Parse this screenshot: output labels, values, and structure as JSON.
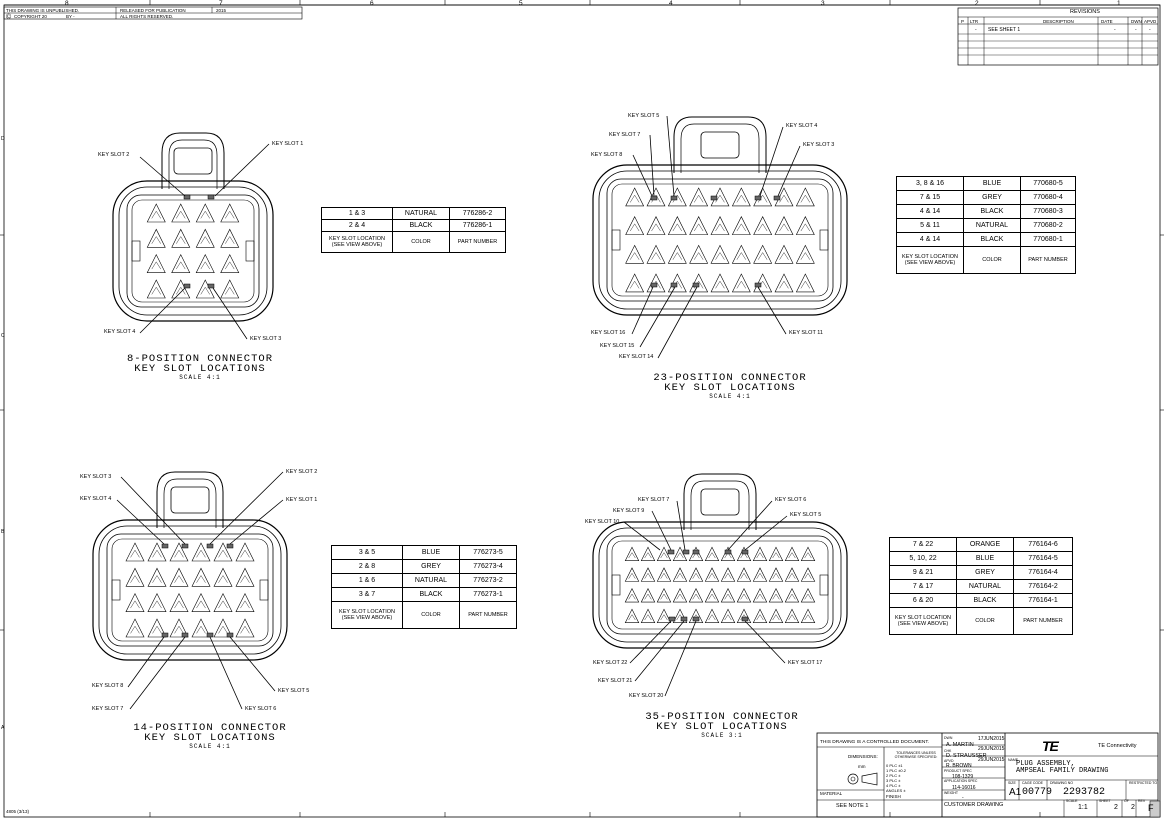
{
  "border": {
    "zones_top": [
      "8",
      "7",
      "6",
      "5",
      "4",
      "3",
      "2",
      "1"
    ],
    "zones_side": [
      "D",
      "C",
      "B",
      "A"
    ],
    "top_notes": [
      "THIS DRAWING IS UNPUBLISHED.",
      "RELEASED FOR PUBLICATION",
      "2015",
      "COPYRIGHT 20",
      "BY -",
      "ALL RIGHTS RESERVED."
    ],
    "bottom_left_code": "4805 (3/13)"
  },
  "revisions": {
    "title": "REVISIONS",
    "headers": [
      "P",
      "LTR",
      "DESCRIPTION",
      "DATE",
      "DWN",
      "APVD"
    ],
    "rows": [
      [
        "",
        "-",
        "SEE SHEET 1",
        "-",
        "-",
        "-"
      ]
    ]
  },
  "connectors": [
    {
      "title1": "8-POSITION CONNECTOR",
      "title2": "KEY SLOT LOCATIONS",
      "scale": "SCALE   4:1",
      "labels": [
        "KEY SLOT 2",
        "KEY SLOT 1",
        "KEY SLOT 4",
        "KEY SLOT 3"
      ],
      "table": {
        "rows": [
          [
            "1 & 3",
            "NATURAL",
            "776286-2"
          ],
          [
            "2 & 4",
            "BLACK",
            "776286-1"
          ]
        ],
        "header": [
          "KEY SLOT LOCATION (SEE VIEW ABOVE)",
          "COLOR",
          "PART NUMBER"
        ]
      }
    },
    {
      "title1": "23-POSITION CONNECTOR",
      "title2": "KEY SLOT LOCATIONS",
      "scale": "SCALE   4:1",
      "labels": [
        "KEY SLOT 5",
        "KEY SLOT 7",
        "KEY SLOT 8",
        "KEY SLOT 4",
        "KEY SLOT 3",
        "KEY SLOT 16",
        "KEY SLOT 15",
        "KEY SLOT 14",
        "KEY SLOT 11"
      ],
      "table": {
        "rows": [
          [
            "3, 8 & 16",
            "BLUE",
            "770680-5"
          ],
          [
            "7 & 15",
            "GREY",
            "770680-4"
          ],
          [
            "4 & 14",
            "BLACK",
            "770680-3"
          ],
          [
            "5 & 11",
            "NATURAL",
            "770680-2"
          ],
          [
            "4 & 14",
            "BLACK",
            "770680-1"
          ]
        ],
        "header": [
          "KEY SLOT LOCATION (SEE VIEW ABOVE)",
          "COLOR",
          "PART NUMBER"
        ]
      }
    },
    {
      "title1": "14-POSITION CONNECTOR",
      "title2": "KEY SLOT LOCATIONS",
      "scale": "SCALE   4:1",
      "labels": [
        "KEY SLOT 3",
        "KEY SLOT 4",
        "KEY SLOT 2",
        "KEY SLOT 1",
        "KEY SLOT 8",
        "KEY SLOT 7",
        "KEY SLOT 6",
        "KEY SLOT 5"
      ],
      "table": {
        "rows": [
          [
            "3 & 5",
            "BLUE",
            "776273-5"
          ],
          [
            "2 & 8",
            "GREY",
            "776273-4"
          ],
          [
            "1 & 6",
            "NATURAL",
            "776273-2"
          ],
          [
            "3 & 7",
            "BLACK",
            "776273-1"
          ]
        ],
        "header": [
          "KEY SLOT LOCATION (SEE VIEW ABOVE)",
          "COLOR",
          "PART NUMBER"
        ]
      }
    },
    {
      "title1": "35-POSITION CONNECTOR",
      "title2": "KEY SLOT LOCATIONS",
      "scale": "SCALE   3:1",
      "labels": [
        "KEY SLOT 7",
        "KEY SLOT 9",
        "KEY SLOT 10",
        "KEY SLOT 6",
        "KEY SLOT 5",
        "KEY SLOT 22",
        "KEY SLOT 21",
        "KEY SLOT 20",
        "KEY SLOT 17"
      ],
      "table": {
        "rows": [
          [
            "7 & 22",
            "ORANGE",
            "776164-6"
          ],
          [
            "5, 10, 22",
            "BLUE",
            "776164-5"
          ],
          [
            "9 & 21",
            "GREY",
            "776164-4"
          ],
          [
            "7 & 17",
            "NATURAL",
            "776164-2"
          ],
          [
            "6 & 20",
            "BLACK",
            "776164-1"
          ]
        ],
        "header": [
          "KEY SLOT LOCATION (SEE VIEW ABOVE)",
          "COLOR",
          "PART NUMBER"
        ]
      }
    }
  ],
  "title_block": {
    "controlled": "THIS DRAWING IS A CONTROLLED DOCUMENT.",
    "dimensions": "DIMENSIONS:",
    "dim_units": "mm",
    "tolerances": "TOLERANCES UNLESS OTHERWISE SPECIFIED:",
    "tol_values": [
      "0 PLC  ±1",
      "1 PLC  ±0.2",
      "2 PLC  ±",
      "3 PLC  ±",
      "4 PLC  ±",
      "ANGLES  ±"
    ],
    "material": "MATERIAL",
    "finish": "FINISH",
    "see_note": "SEE NOTE 1",
    "dwn": "A. MARTIN",
    "dwn_date": "17JUN2015",
    "chk": "D. STRAUSSER",
    "chk_date": "29JUN2015",
    "appr": "R. BROWN",
    "appr_date": "29JUN2015",
    "product_spec": "108-1329",
    "application_spec": "114-16016",
    "weight": "-",
    "customer": "CUSTOMER DRAWING",
    "company": "TE Connectivity",
    "logo": "TE",
    "name1": "PLUG ASSEMBLY,",
    "name2": "AMPSEAL FAMILY DRAWING",
    "size": "A1",
    "cage": "00779",
    "drawing_no": "2293782",
    "scale": "1:1",
    "sheet": "2",
    "of": "2",
    "rev": "F",
    "labels": {
      "dwn_lbl": "DWN",
      "chk_lbl": "CHK",
      "appr_lbl": "APVD",
      "prod_lbl": "PRODUCT SPEC",
      "app_lbl": "APPLICATION SPEC",
      "weight_lbl": "WEIGHT",
      "name_lbl": "NAME",
      "size_lbl": "SIZE",
      "cage_lbl": "CAGE CODE",
      "dwg_lbl": "DRAWING NO",
      "restr_lbl": "RESTRICTED TO",
      "scale_lbl": "SCALE",
      "sheet_lbl": "SHEET",
      "of_lbl": "OF",
      "rev_lbl": "REV"
    }
  }
}
